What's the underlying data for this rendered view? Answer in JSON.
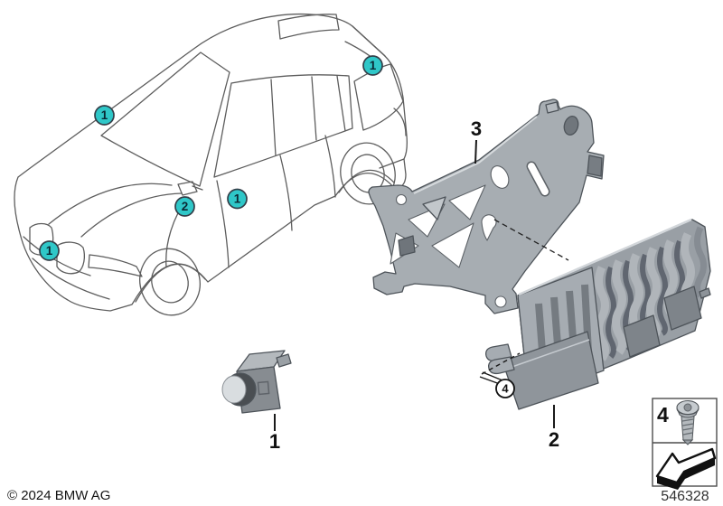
{
  "footer": {
    "copyright": "© 2024 BMW AG",
    "diagram_number": "546328"
  },
  "callouts": {
    "hood": {
      "label": "1"
    },
    "rear_roof": {
      "label": "1"
    },
    "front_door": {
      "label": "1"
    },
    "mirror_area": {
      "label": "2"
    },
    "front_grille": {
      "label": "1"
    }
  },
  "parts": {
    "camera": {
      "label": "1"
    },
    "control_unit": {
      "label": "2"
    },
    "bracket": {
      "label": "3"
    },
    "screw": {
      "label": "4"
    }
  },
  "legend": {
    "screw_label": "4"
  },
  "icons": {
    "screw_icon": "torx-pan-head-screw",
    "direction_arrow_icon": "direction-of-travel-arrow"
  },
  "colors": {
    "callout_fill": "#2fc7c8",
    "callout_stroke": "#333f49",
    "line_color": "#5d5d5d",
    "part_gray": "#a0a6ac"
  }
}
